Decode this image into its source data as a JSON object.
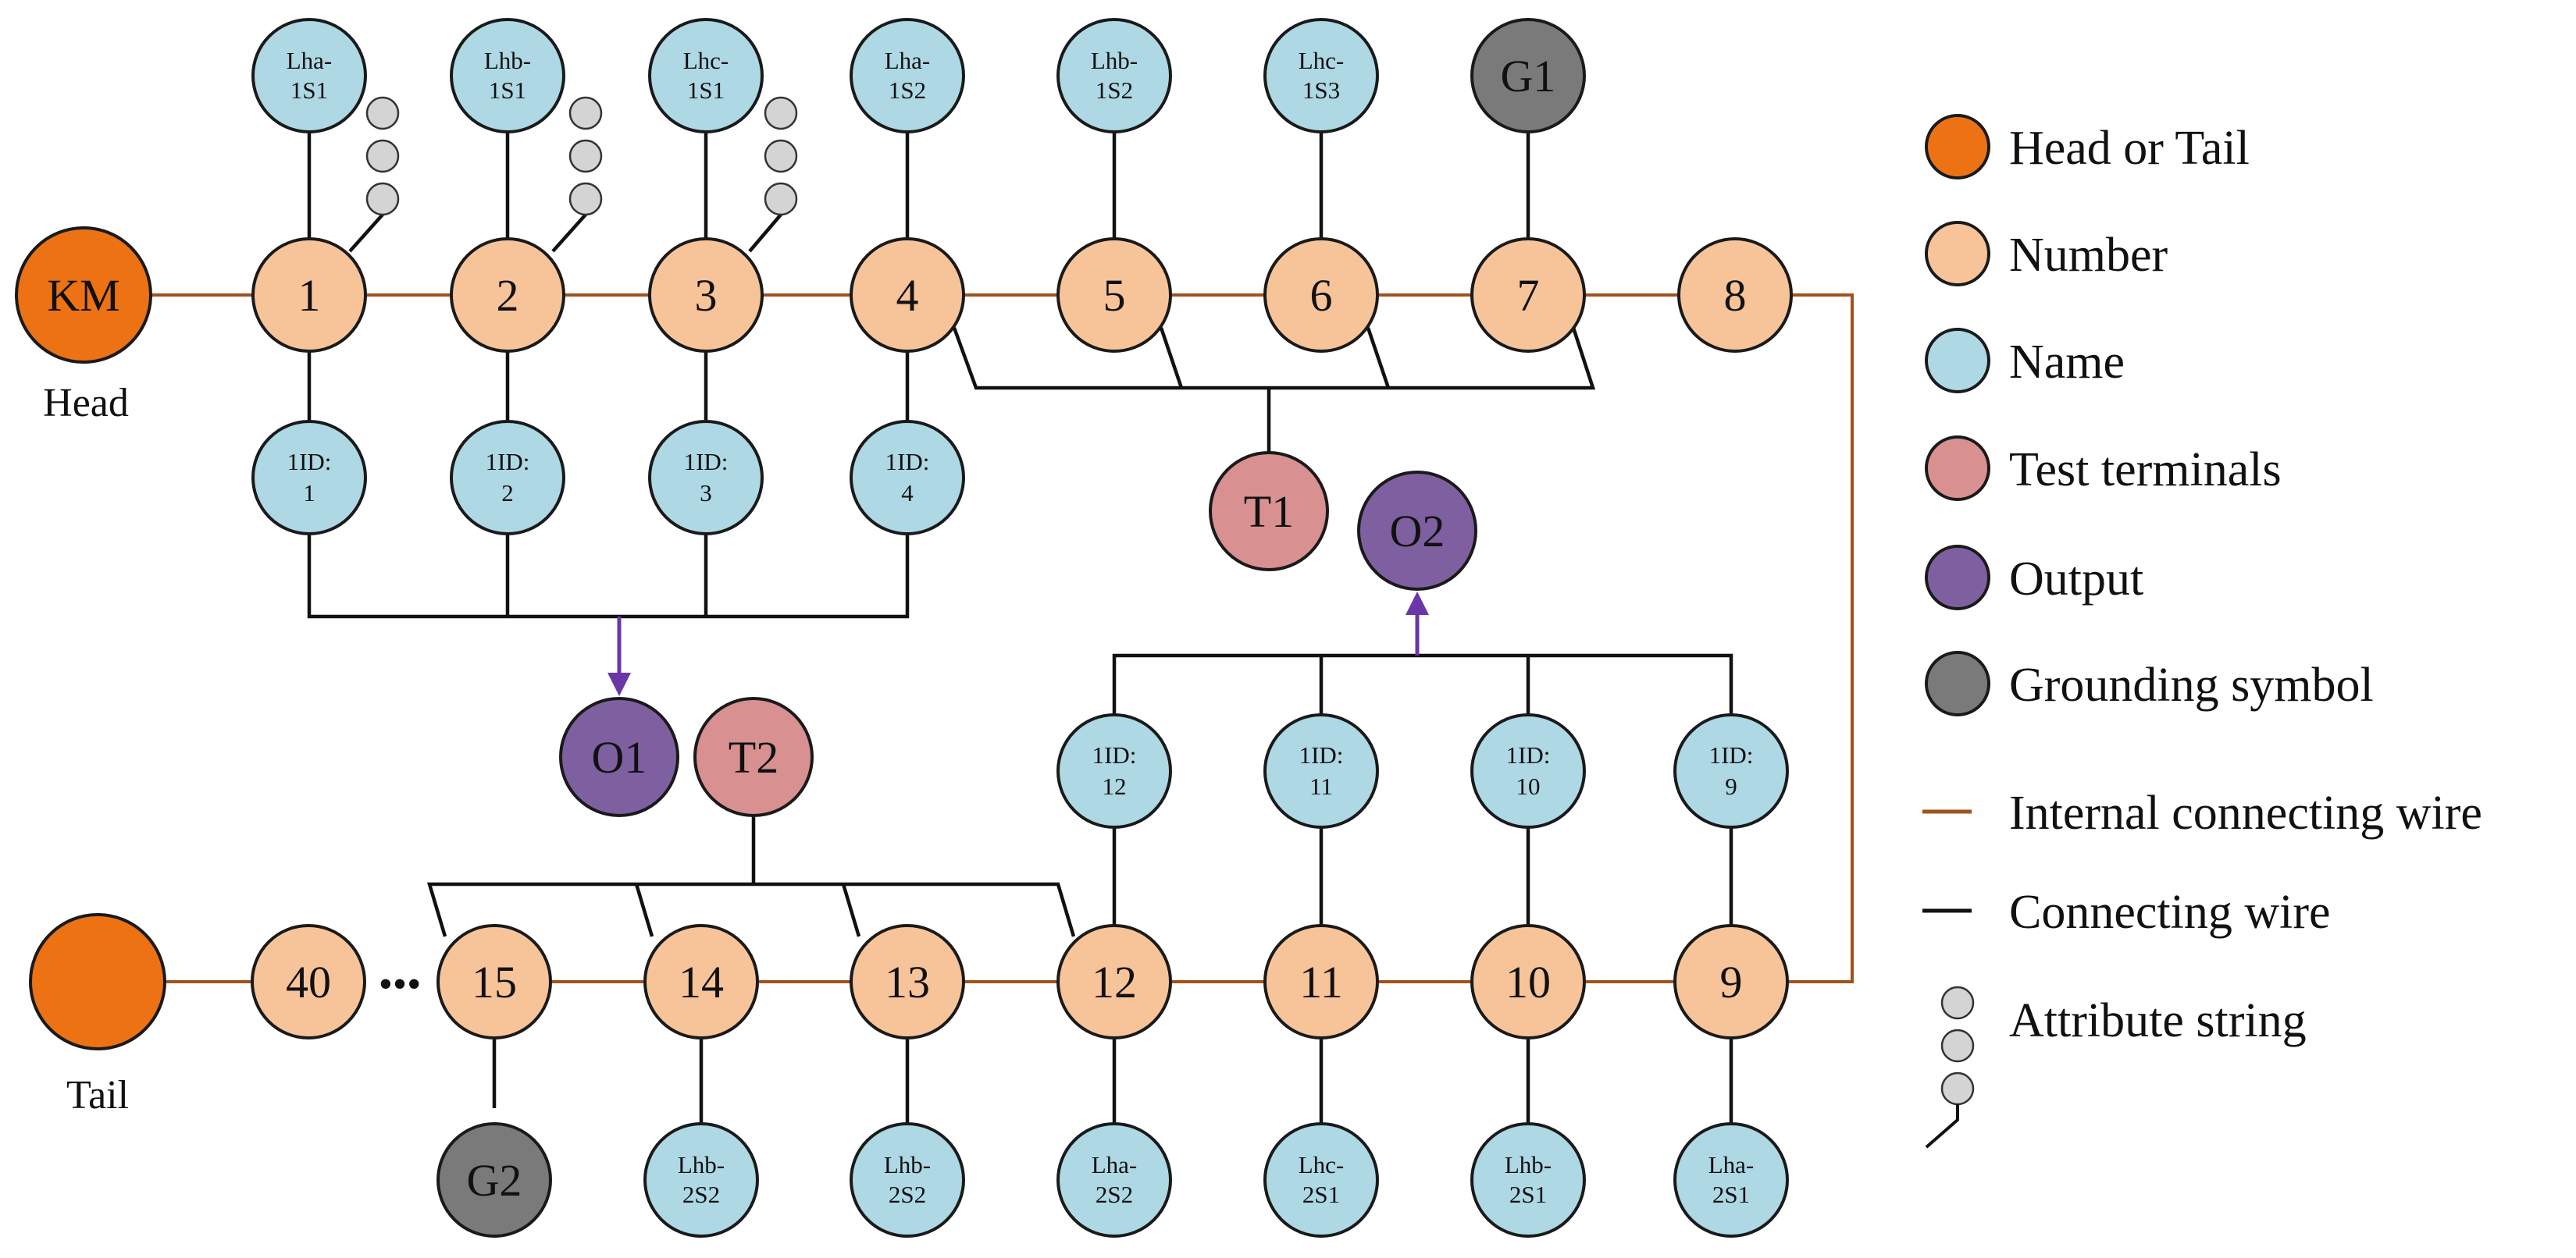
{
  "colors": {
    "head_tail": "#ec7214",
    "number": "#f7c49a",
    "name": "#add8e4",
    "test": "#d89090",
    "output": "#7e60a0",
    "ground": "#7a7a7a",
    "attr": "#d4d4d4",
    "internal_wire": "#a0521d",
    "wire": "#111111",
    "output_arrow": "#6b36a8"
  },
  "nodes": {
    "km": "KM",
    "tail": "",
    "n1": "1",
    "n2": "2",
    "n3": "3",
    "n4": "4",
    "n5": "5",
    "n6": "6",
    "n7": "7",
    "n8": "8",
    "n9": "9",
    "n10": "10",
    "n11": "11",
    "n12": "12",
    "n13": "13",
    "n14": "14",
    "n15": "15",
    "n40": "40",
    "top_names": [
      [
        "Lha-",
        "1S1"
      ],
      [
        "Lhb-",
        "1S1"
      ],
      [
        "Lhc-",
        "1S1"
      ],
      [
        "Lha-",
        "1S2"
      ],
      [
        "Lhb-",
        "1S2"
      ],
      [
        "Lhc-",
        "1S3"
      ]
    ],
    "top_ids": [
      [
        "1ID:",
        "1"
      ],
      [
        "1ID:",
        "2"
      ],
      [
        "1ID:",
        "3"
      ],
      [
        "1ID:",
        "4"
      ]
    ],
    "bottom_ids": [
      [
        "1ID:",
        "12"
      ],
      [
        "1ID:",
        "11"
      ],
      [
        "1ID:",
        "10"
      ],
      [
        "1ID:",
        "9"
      ]
    ],
    "bottom_names": [
      [
        "Lhb-",
        "2S2"
      ],
      [
        "Lhb-",
        "2S2"
      ],
      [
        "Lha-",
        "2S2"
      ],
      [
        "Lhc-",
        "2S1"
      ],
      [
        "Lhb-",
        "2S1"
      ],
      [
        "Lha-",
        "2S1"
      ]
    ],
    "g1": "G1",
    "g2": "G2",
    "t1": "T1",
    "t2": "T2",
    "o1": "O1",
    "o2": "O2"
  },
  "labels": {
    "head": "Head",
    "tail": "Tail",
    "ellipsis": "•••"
  },
  "legend": [
    {
      "key": "head_tail",
      "label": "Head or Tail"
    },
    {
      "key": "number",
      "label": "Number"
    },
    {
      "key": "name",
      "label": "Name"
    },
    {
      "key": "test",
      "label": "Test terminals"
    },
    {
      "key": "output",
      "label": "Output"
    },
    {
      "key": "ground",
      "label": "Grounding symbol"
    },
    {
      "key": "internal",
      "label": "Internal connecting wire"
    },
    {
      "key": "wire",
      "label": "Connecting wire"
    },
    {
      "key": "attr",
      "label": "Attribute string"
    }
  ]
}
